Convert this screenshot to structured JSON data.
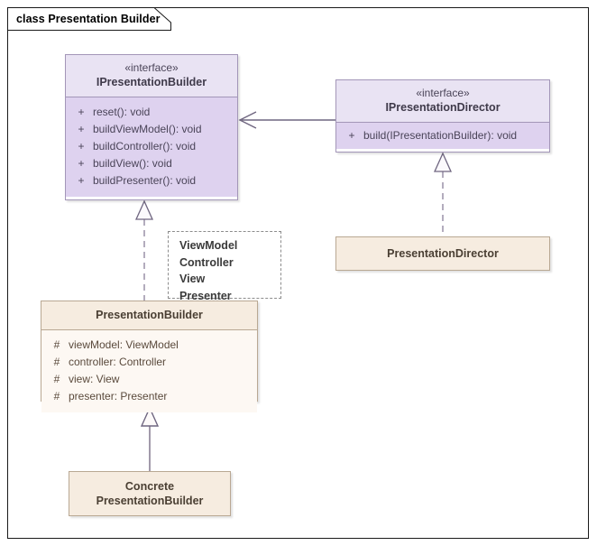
{
  "diagram": {
    "frame_label": "class Presentation Builder",
    "type": "uml-class-diagram"
  },
  "colors": {
    "interface_header": "#e9e3f3",
    "interface_body": "#ded2ef",
    "interface_border": "#a396b8",
    "class_header": "#f6ece0",
    "class_body": "#fdf8f3",
    "class_border": "#b9a893",
    "connector_line": "#7a6f86",
    "frame_border": "#1a1a1a",
    "note_border": "#8c8c8c"
  },
  "nodes": {
    "ipresentation_builder": {
      "stereotype": "«interface»",
      "name": "IPresentationBuilder",
      "operations": [
        {
          "visibility": "+",
          "signature": "reset(): void"
        },
        {
          "visibility": "+",
          "signature": "buildViewModel(): void"
        },
        {
          "visibility": "+",
          "signature": "buildController(): void"
        },
        {
          "visibility": "+",
          "signature": "buildView(): void"
        },
        {
          "visibility": "+",
          "signature": "buildPresenter(): void"
        }
      ]
    },
    "ipresentation_director": {
      "stereotype": "«interface»",
      "name": "IPresentationDirector",
      "operations": [
        {
          "visibility": "+",
          "signature": "build(IPresentationBuilder): void"
        }
      ]
    },
    "presentation_director": {
      "name": "PresentationDirector"
    },
    "presentation_builder": {
      "name": "PresentationBuilder",
      "attributes": [
        {
          "visibility": "#",
          "signature": "viewModel: ViewModel"
        },
        {
          "visibility": "#",
          "signature": "controller: Controller"
        },
        {
          "visibility": "#",
          "signature": "view: View"
        },
        {
          "visibility": "#",
          "signature": "presenter: Presenter"
        }
      ]
    },
    "concrete_presentation_builder": {
      "name_line1": "Concrete",
      "name_line2": "PresentationBuilder"
    },
    "template_parameters": {
      "params": [
        "ViewModel",
        "Controller",
        "View",
        "Presenter"
      ]
    }
  },
  "connectors": [
    {
      "name": "director-uses-builder",
      "kind": "dependency",
      "from": "IPresentationDirector",
      "to": "IPresentationBuilder",
      "line": "solid",
      "arrowhead": "open"
    },
    {
      "name": "builder-realizes-ibuilder",
      "kind": "realization",
      "from": "PresentationBuilder",
      "to": "IPresentationBuilder",
      "line": "dashed",
      "arrowhead": "hollow-triangle"
    },
    {
      "name": "director-realizes-idirector",
      "kind": "realization",
      "from": "PresentationDirector",
      "to": "IPresentationDirector",
      "line": "dashed",
      "arrowhead": "hollow-triangle"
    },
    {
      "name": "concrete-generalizes-builder",
      "kind": "generalization",
      "from": "Concrete PresentationBuilder",
      "to": "PresentationBuilder",
      "line": "solid",
      "arrowhead": "hollow-triangle"
    }
  ]
}
